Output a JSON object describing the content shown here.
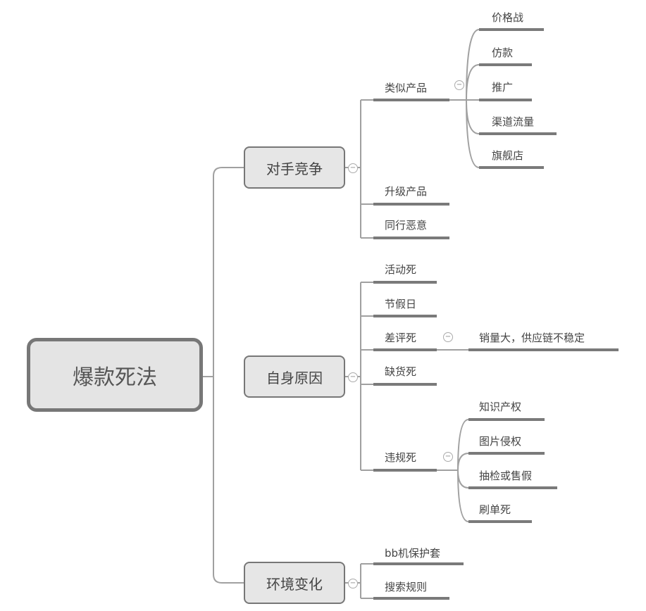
{
  "root": {
    "label": "爆款死法"
  },
  "branches": [
    {
      "label": "对手竞争",
      "children": [
        {
          "label": "类似产品",
          "children": [
            {
              "label": "价格战"
            },
            {
              "label": "仿款"
            },
            {
              "label": "推广"
            },
            {
              "label": "渠道流量"
            },
            {
              "label": "旗舰店"
            }
          ]
        },
        {
          "label": "升级产品"
        },
        {
          "label": "同行恶意"
        }
      ]
    },
    {
      "label": "自身原因",
      "children": [
        {
          "label": "活动死"
        },
        {
          "label": "节假日"
        },
        {
          "label": "差评死",
          "children": [
            {
              "label": "销量大，供应链不稳定"
            }
          ]
        },
        {
          "label": "缺货死"
        },
        {
          "label": "违规死",
          "children": [
            {
              "label": "知识产权"
            },
            {
              "label": "图片侵权"
            },
            {
              "label": "抽检或售假"
            },
            {
              "label": "刷单死"
            }
          ]
        }
      ]
    },
    {
      "label": "环境变化",
      "children": [
        {
          "label": "bb机保护套"
        },
        {
          "label": "搜索规则"
        }
      ]
    }
  ],
  "toggle_symbol": "−"
}
